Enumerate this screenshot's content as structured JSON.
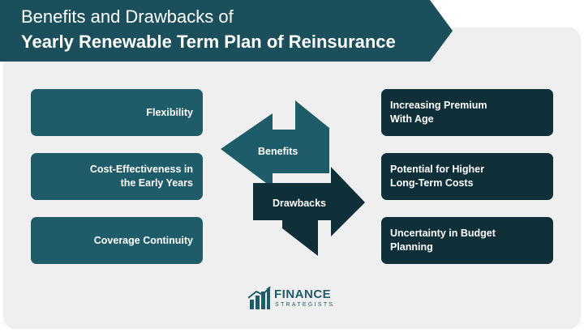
{
  "title": {
    "line1": "Benefits and Drawbacks of",
    "line2": "Yearly Renewable Term Plan of Reinsurance"
  },
  "benefits": {
    "label": "Benefits",
    "items": [
      "Flexibility",
      "Cost-Effectiveness in\nthe Early Years",
      "Coverage Continuity"
    ]
  },
  "drawbacks": {
    "label": "Drawbacks",
    "items": [
      "Increasing Premium\nWith Age",
      "Potential for Higher\nLong-Term Costs",
      "Uncertainty in Budget\nPlanning"
    ]
  },
  "logo": {
    "name": "FINANCE",
    "subtitle": "STRATEGISTS"
  },
  "colors": {
    "title_bg": "#1b4f5b",
    "benefit_box": "#1f5c69",
    "drawback_box": "#0f3038",
    "benefit_arrow": "#1f5c69",
    "drawback_arrow": "#0f3038",
    "panel_bg": "#efefef"
  }
}
